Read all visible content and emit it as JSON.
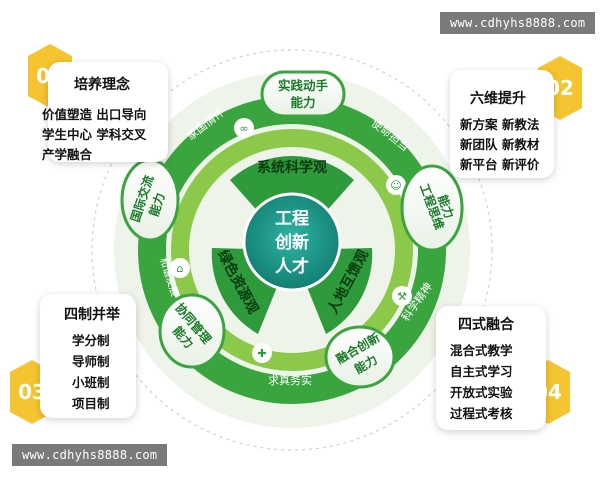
{
  "watermark_top": "www.cdhyhs8888.com",
  "watermark_bottom": "www.cdhyhs8888.com",
  "center": {
    "line1": "工程",
    "line2": "创新",
    "line3": "人才"
  },
  "inner_sectors": {
    "top": "系统科学观",
    "left": "绿色资源观",
    "right": "人地互馈观"
  },
  "ring_labels": {
    "jiaguo": "家国情怀",
    "shiming": "使命担当",
    "kexue": "科学精神",
    "qiuzhen": "求真务实",
    "yuanbian": "和谐发展"
  },
  "bubbles": {
    "shijian": [
      "实践动手",
      "能力"
    ],
    "gongcheng": [
      "工程思维",
      "能力"
    ],
    "ronghe": [
      "融合创新",
      "能力"
    ],
    "xietong": [
      "协同管理",
      "能力"
    ],
    "guoji": [
      "国际交流",
      "能力"
    ]
  },
  "cards": {
    "c1": {
      "num": "01",
      "title": "培养理念",
      "lines": [
        "价值塑造 出口导向",
        "学生中心 学科交叉",
        "产学融合"
      ]
    },
    "c2": {
      "num": "02",
      "title": "六维提升",
      "lines": [
        "新方案 新教法",
        "新团队 新教材",
        "新平台 新评价"
      ]
    },
    "c3": {
      "num": "03",
      "title": "四制并举",
      "lines": [
        "学分制",
        "导师制",
        "小班制",
        "项目制"
      ]
    },
    "c4": {
      "num": "04",
      "title": "四式融合",
      "lines": [
        "混合式教学",
        "自主式学习",
        "开放式实验",
        "过程式考核"
      ]
    }
  },
  "colors": {
    "green_dark": "#2e9a3c",
    "green_light": "#7cc242",
    "teal": "#1a9a8a",
    "yellow": "#f5c431",
    "ring_bg": "#f1f6ee"
  }
}
